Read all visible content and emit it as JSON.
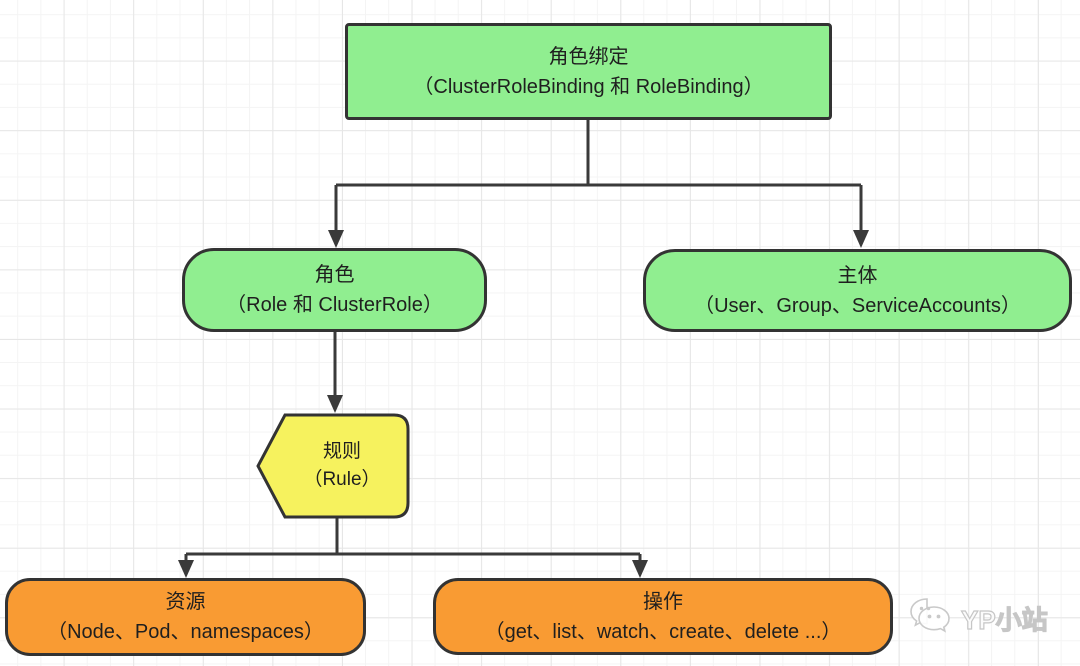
{
  "diagram": {
    "nodes": {
      "role_binding": {
        "title": "角色绑定",
        "subtitle": "（ClusterRoleBinding 和 RoleBinding）"
      },
      "role": {
        "title": "角色",
        "subtitle": "（Role 和 ClusterRole）"
      },
      "subject": {
        "title": "主体",
        "subtitle": "（User、Group、ServiceAccounts）"
      },
      "rule": {
        "title": "规则",
        "subtitle": "（Rule）"
      },
      "resource": {
        "title": "资源",
        "subtitle": "（Node、Pod、namespaces）"
      },
      "operation": {
        "title": "操作",
        "subtitle": "（get、list、watch、create、delete ...）"
      }
    },
    "colors": {
      "node_green": "#90ee90",
      "node_yellow": "#f6f25e",
      "node_orange": "#f99b33",
      "border": "#333333",
      "connector": "#3a3a3a",
      "text": "#1f1f1f"
    },
    "watermark": {
      "text": "YP小站",
      "icon": "wechat-icon"
    }
  }
}
